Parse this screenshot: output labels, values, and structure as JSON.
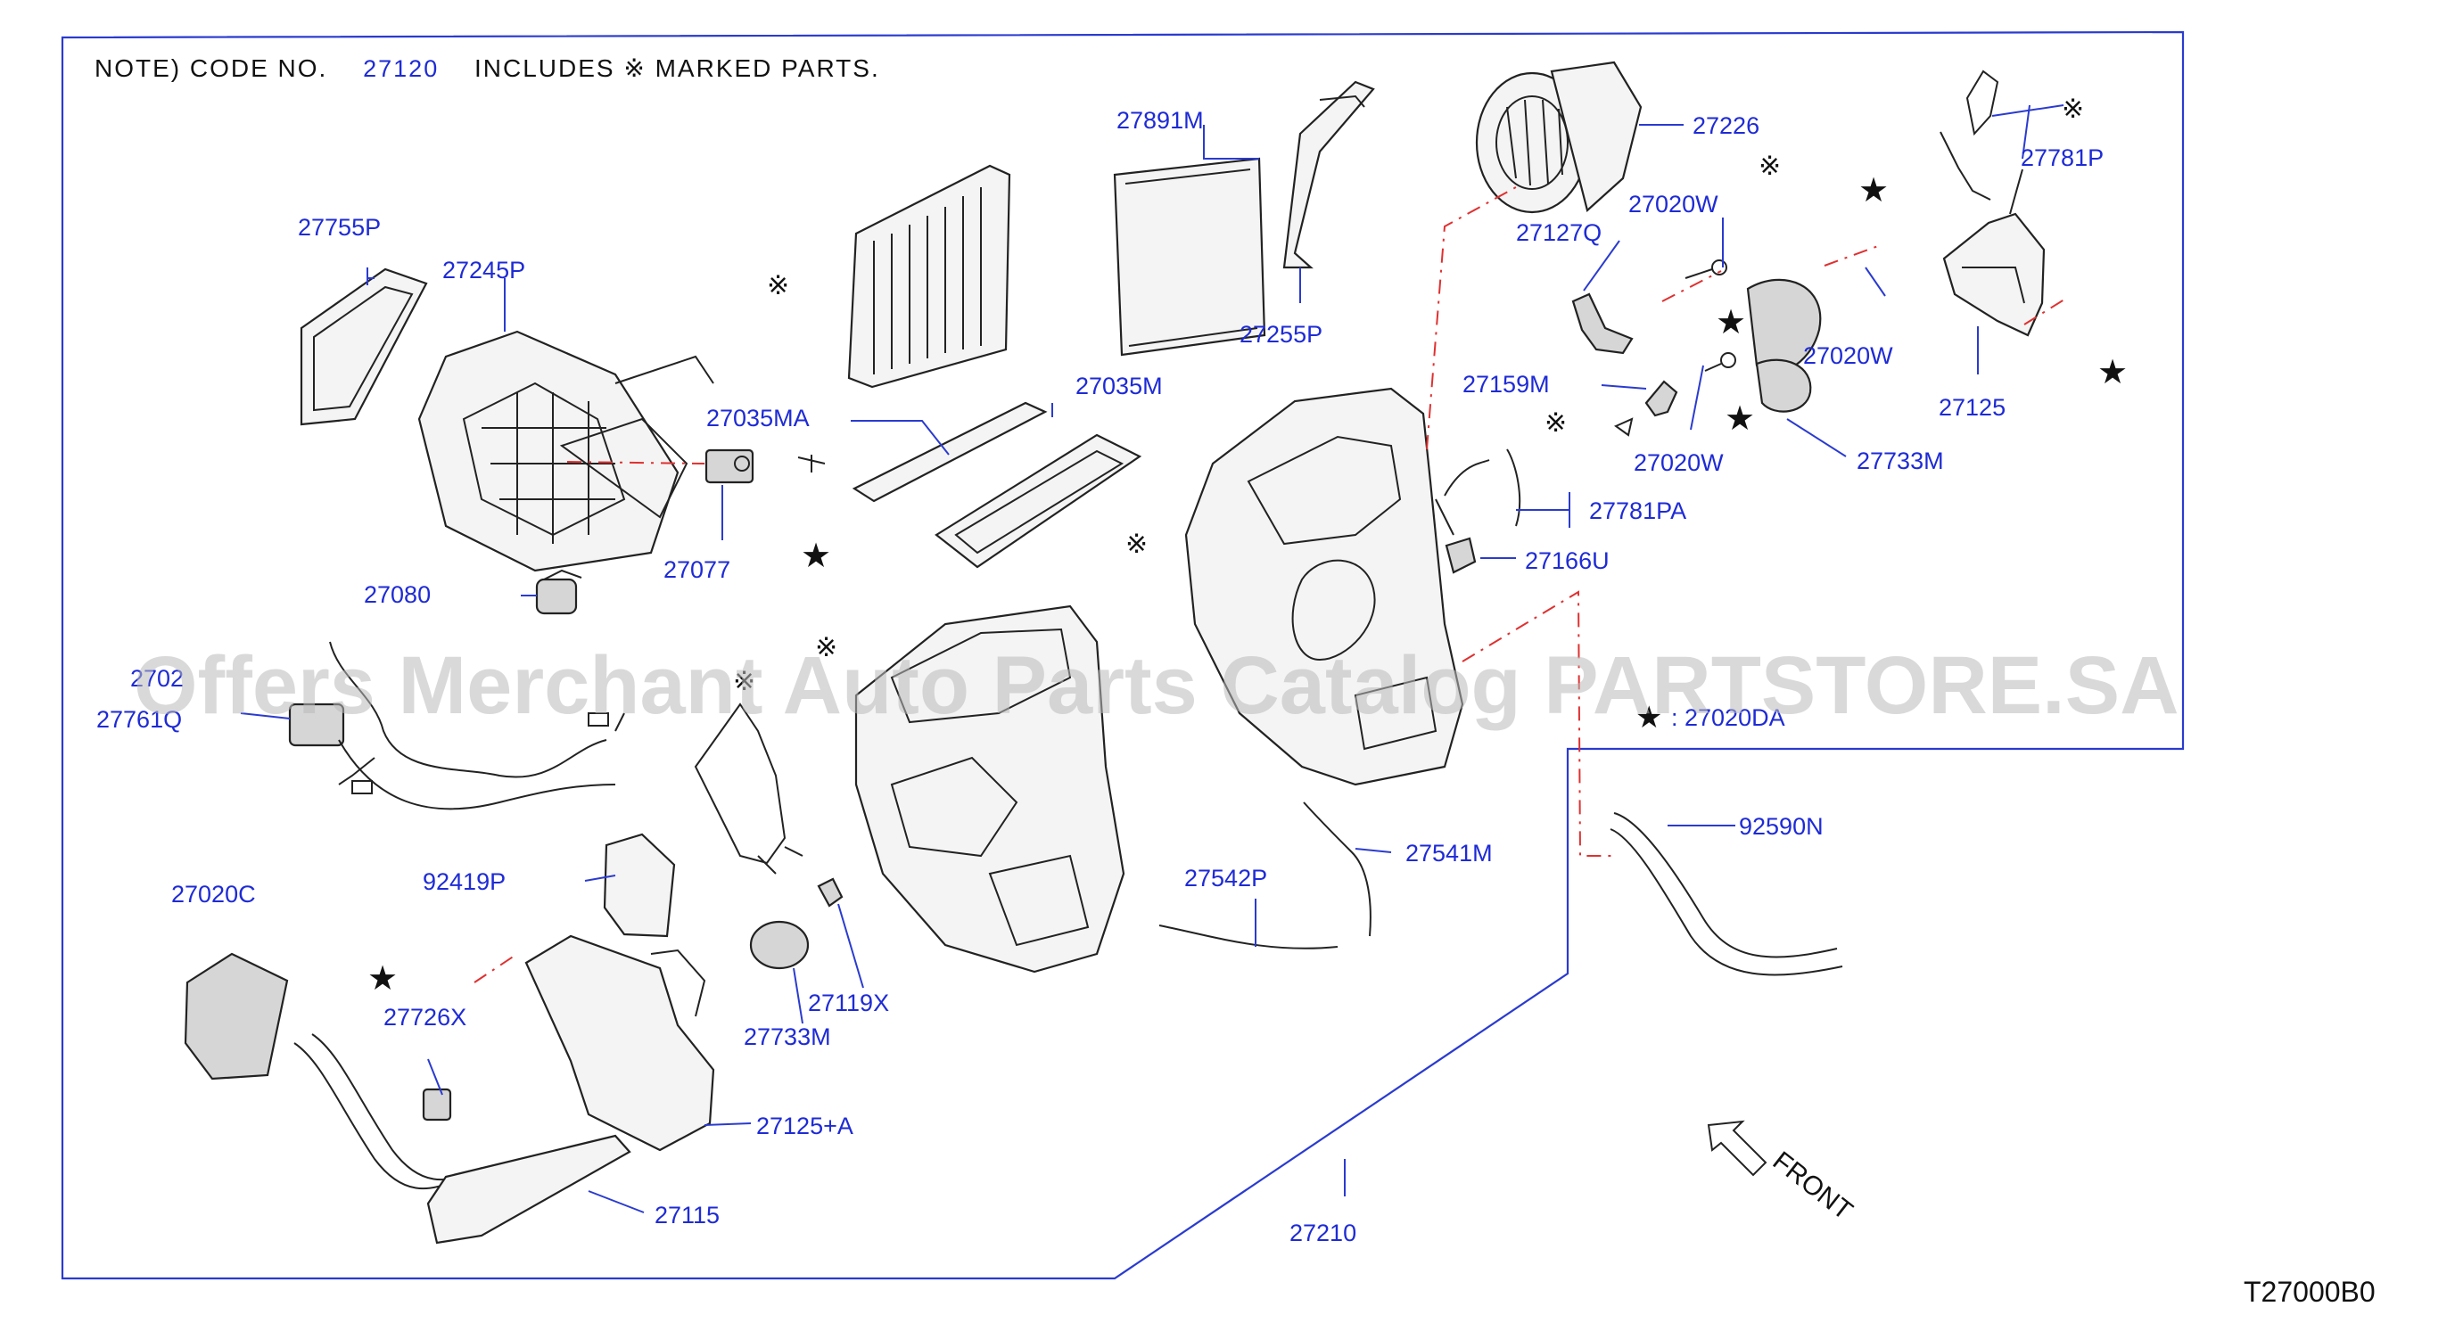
{
  "note": {
    "prefix": "NOTE)  CODE  NO.",
    "code": "27120",
    "suffix": "INCLUDES  ※ MARKED  PARTS."
  },
  "legend": {
    "star_text": ": 27020DA"
  },
  "diagram_code": "T27000B0",
  "watermark": "Offers Merchant Auto Parts Catalog PARTSTORE.SA",
  "front_label": "FRONT",
  "symbols": {
    "marked": "※",
    "star": "★"
  },
  "colors": {
    "label": "#1e2bd6",
    "frame": "#2a3bd0",
    "centerline": "#e03030",
    "text": "#111111"
  },
  "labels": {
    "p27755P": "27755P",
    "p27245P": "27245P",
    "p27891M": "27891M",
    "p27255P": "27255P",
    "p27226": "27226",
    "p27781P": "27781P",
    "p27020W_a": "27020W",
    "p27127Q": "27127Q",
    "p27020W_b": "27020W",
    "p27125": "27125",
    "p27035MA": "27035MA",
    "p27035M": "27035M",
    "p27159M": "27159M",
    "p27020W_c": "27020W",
    "p27733M_a": "27733M",
    "p27077": "27077",
    "p27781PA": "27781PA",
    "p27166U": "27166U",
    "p27080": "27080",
    "p27020_partial": "2702",
    "p27761Q": "27761Q",
    "p92590N": "92590N",
    "p27541M": "27541M",
    "p27542P": "27542P",
    "p27020C": "27020C",
    "p92419P": "92419P",
    "p27119X": "27119X",
    "p27726X": "27726X",
    "p27733M_b": "27733M",
    "p27125A": "27125+A",
    "p27115": "27115",
    "p27210": "27210"
  }
}
